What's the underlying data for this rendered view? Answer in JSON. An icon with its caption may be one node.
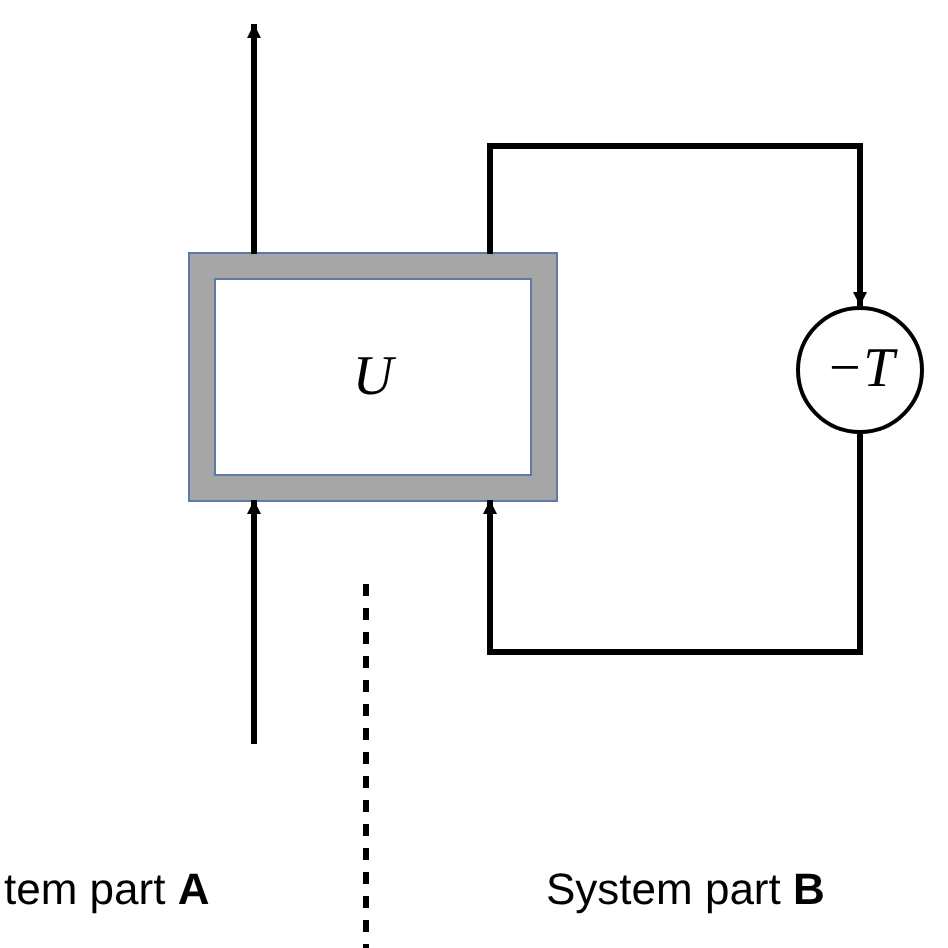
{
  "diagram": {
    "nodes": [
      {
        "text": [
          "U"
        ]
      },
      {
        "text": [
          "−T"
        ]
      }
    ],
    "edges": [
      {
        "from": null,
        "to": 0,
        "arrow": "to"
      },
      {
        "from": 0,
        "to": null,
        "arrow": "to"
      },
      {
        "from": 0,
        "to": 1,
        "arrow": "to"
      },
      {
        "from": 1,
        "to": 0,
        "arrow": "to"
      }
    ],
    "labels": [
      "tem part **A**",
      "System part **B**"
    ]
  }
}
